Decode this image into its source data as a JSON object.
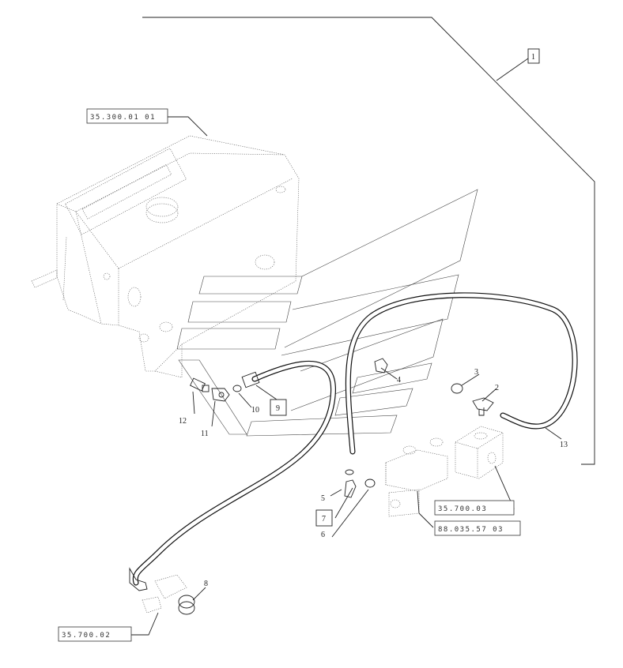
{
  "references": {
    "ref_tank": "35.300.01 01",
    "ref_valve_a": "35.700.03",
    "ref_valve_b": "88.035.57 03",
    "ref_bottom": "35.700.02"
  },
  "boxed_callouts": {
    "box_1": "1",
    "box_7": "7",
    "box_9": "9"
  },
  "callouts": {
    "c2": "2",
    "c3": "3",
    "c4": "4",
    "c5": "5",
    "c6": "6",
    "c8": "8",
    "c10": "10",
    "c11": "11",
    "c12": "12",
    "c13": "13"
  }
}
